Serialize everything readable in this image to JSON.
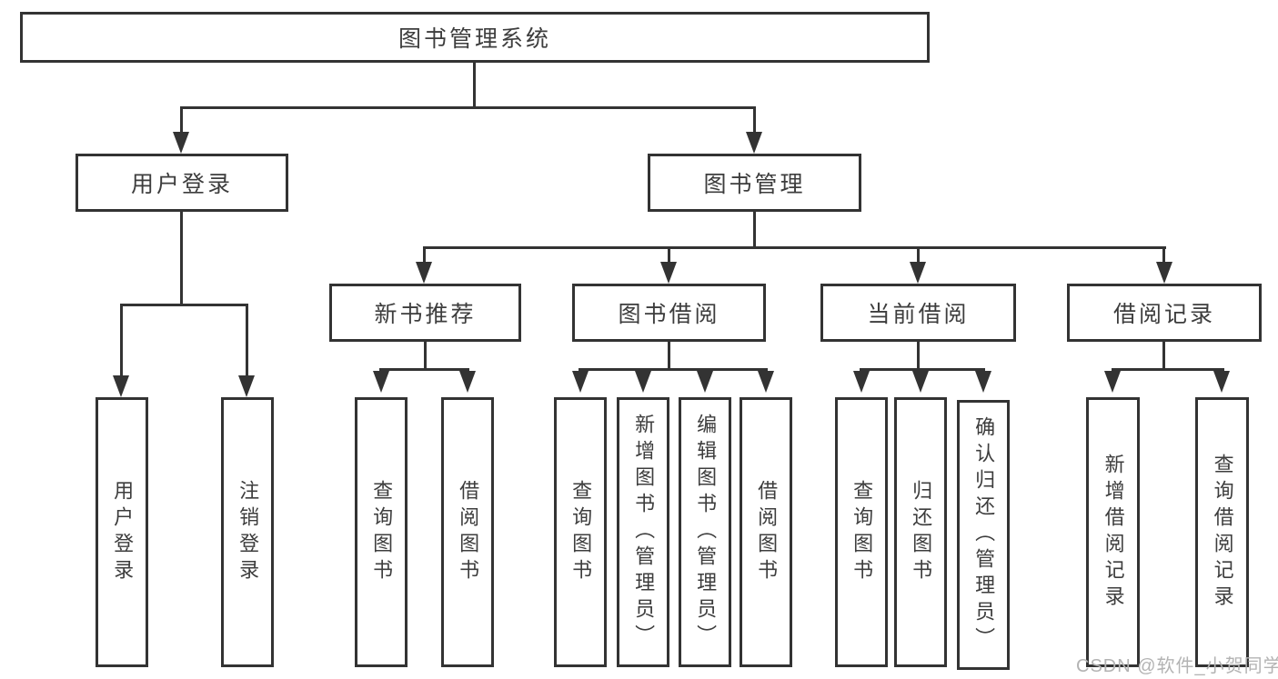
{
  "colors": {
    "line": "#333333",
    "text": "#3d3d3d",
    "box_bg": "#ffffff",
    "background": "#ffffff",
    "watermark": "#b3b3b3"
  },
  "watermark": {
    "text": "CSDN @软件_小贺同学"
  },
  "tree": {
    "label": "图书管理系统",
    "children": [
      {
        "label": "用户登录",
        "children": [
          {
            "label": "用户登录"
          },
          {
            "label": "注销登录"
          }
        ]
      },
      {
        "label": "图书管理",
        "children": [
          {
            "label": "新书推荐",
            "children": [
              {
                "label": "查询图书"
              },
              {
                "label": "借阅图书"
              }
            ]
          },
          {
            "label": "图书借阅",
            "children": [
              {
                "label": "查询图书"
              },
              {
                "label": "新增图书（管理员）"
              },
              {
                "label": "编辑图书（管理员）"
              },
              {
                "label": "借阅图书"
              }
            ]
          },
          {
            "label": "当前借阅",
            "children": [
              {
                "label": "查询图书"
              },
              {
                "label": "归还图书"
              },
              {
                "label": "确认归还（管理员）"
              }
            ]
          },
          {
            "label": "借阅记录",
            "children": [
              {
                "label": "新增借阅记录"
              },
              {
                "label": "查询借阅记录"
              }
            ]
          }
        ]
      }
    ]
  }
}
